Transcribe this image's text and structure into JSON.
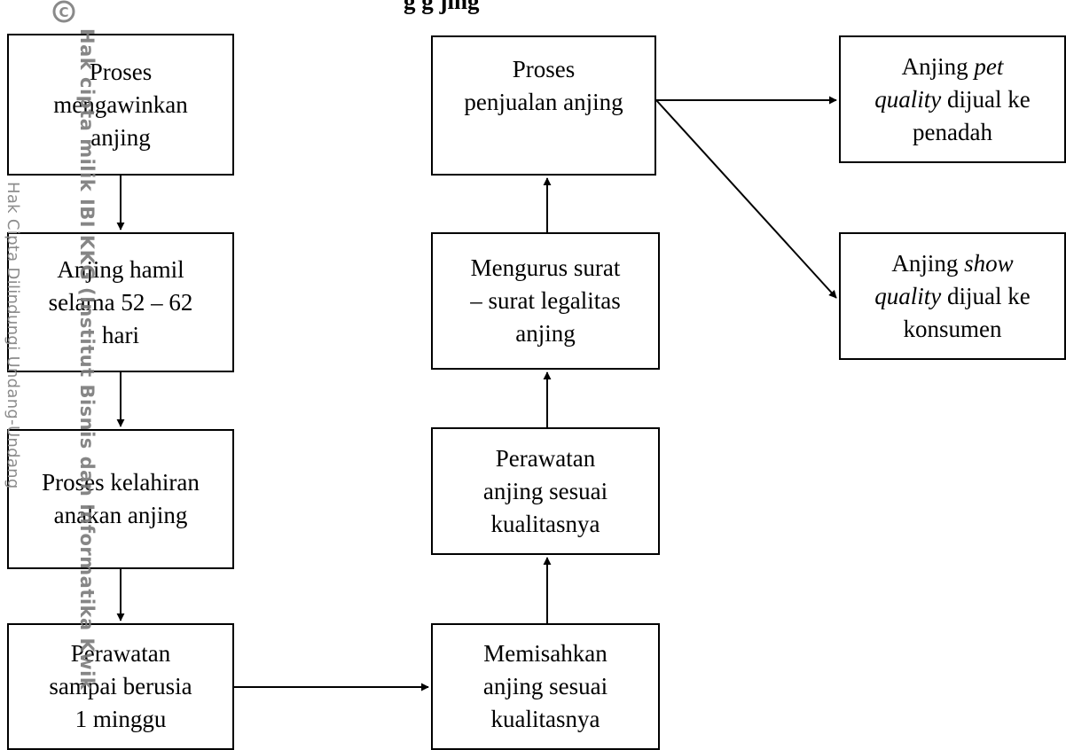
{
  "header_partial": "g        g                          jing",
  "boxes": {
    "mengawinkan": [
      "Proses",
      "mengawinkan",
      "anjing"
    ],
    "hamil": [
      "Anjing hamil",
      "selama 52 – 62",
      "hari"
    ],
    "kelahiran": [
      "Proses kelahiran",
      "anakan anjing"
    ],
    "perawatan_minggu": [
      "Perawatan",
      "sampai berusia",
      "1 minggu"
    ],
    "memisahkan": [
      "Memisahkan",
      "anjing sesuai",
      "kualitasnya"
    ],
    "perawatan_kualitas": [
      "Perawatan",
      "anjing sesuai",
      "kualitasnya"
    ],
    "surat": [
      "Mengurus surat",
      "– surat legalitas",
      "anjing"
    ],
    "penjualan": [
      "Proses",
      "penjualan anjing"
    ],
    "pet": {
      "prefix": "Anjing ",
      "italic1": "pet",
      "italic2": "quality",
      "suffix": " dijual ke",
      "line3": "penadah"
    },
    "show": {
      "prefix": "Anjing ",
      "italic1": "show",
      "italic2": "quality",
      "suffix": " dijual ke",
      "line3": "konsumen"
    }
  },
  "watermark": {
    "copyright_symbol": "C",
    "vertical_1": "Hak cipta milik IBI KKG (Institut Bisnis dan Informatika Kwik",
    "vertical_2": "Hak Cipta Dilindungi Undang-Undang"
  }
}
